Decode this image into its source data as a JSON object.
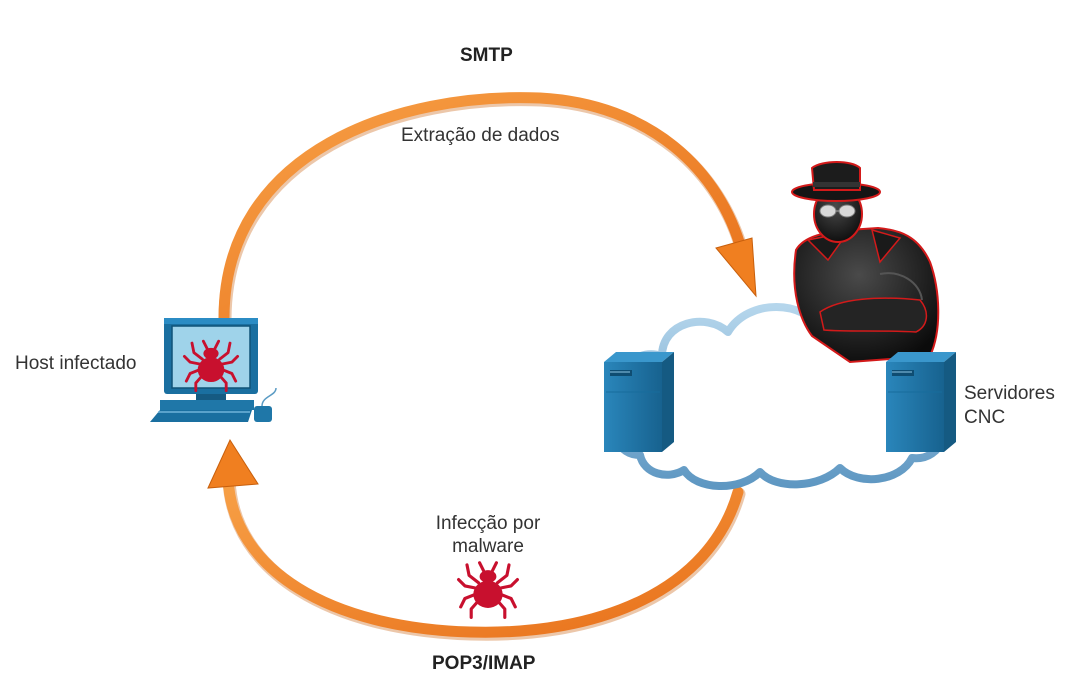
{
  "labels": {
    "top_protocol": "SMTP",
    "top_flow": "Extração de dados",
    "bottom_protocol": "POP3/IMAP",
    "bottom_flow_line1": "Infecção por",
    "bottom_flow_line2": "malware",
    "host": "Host infectado",
    "servers_line1": "Servidores",
    "servers_line2": "CNC"
  },
  "colors": {
    "arrow": "#f07f20",
    "arrow_dark": "#c85f0c",
    "bug": "#c8102e",
    "server": "#1f77a8",
    "server_dark": "#155a82",
    "cloud": "#8cb8d8",
    "hacker": "#111111",
    "hacker_outline": "#d31a1a",
    "monitor": "#1a6fa0",
    "screen": "#9fd3ea"
  },
  "icons": {
    "host": "computer-icon",
    "malware": "bug-icon",
    "servers": "server-icon",
    "cloud": "cloud-icon",
    "attacker": "hacker-icon"
  }
}
